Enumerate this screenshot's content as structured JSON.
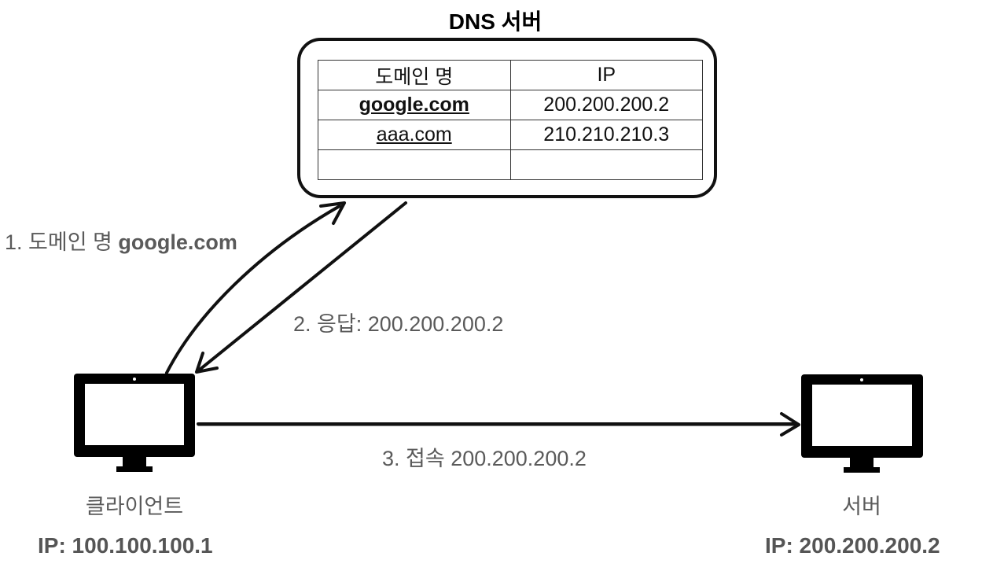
{
  "dns_server": {
    "title": "DNS 서버",
    "table": {
      "headers": [
        "도메인 명",
        "IP"
      ],
      "rows": [
        {
          "domain": "google.com",
          "ip": "200.200.200.2"
        },
        {
          "domain": "aaa.com",
          "ip": "210.210.210.3"
        },
        {
          "domain": "",
          "ip": ""
        }
      ]
    }
  },
  "steps": {
    "step1_prefix": "1. 도메인 명 ",
    "step1_domain": "google.com",
    "step2": "2. 응답: 200.200.200.2",
    "step3": "3. 접속 200.200.200.2"
  },
  "client": {
    "name": "클라이언트",
    "ip": "IP: 100.100.100.1",
    "icon": "monitor-icon"
  },
  "server": {
    "name": "서버",
    "ip": "IP: 200.200.200.2",
    "icon": "monitor-icon"
  },
  "colors": {
    "line": "#111111",
    "label_text": "#5a5a5a"
  }
}
